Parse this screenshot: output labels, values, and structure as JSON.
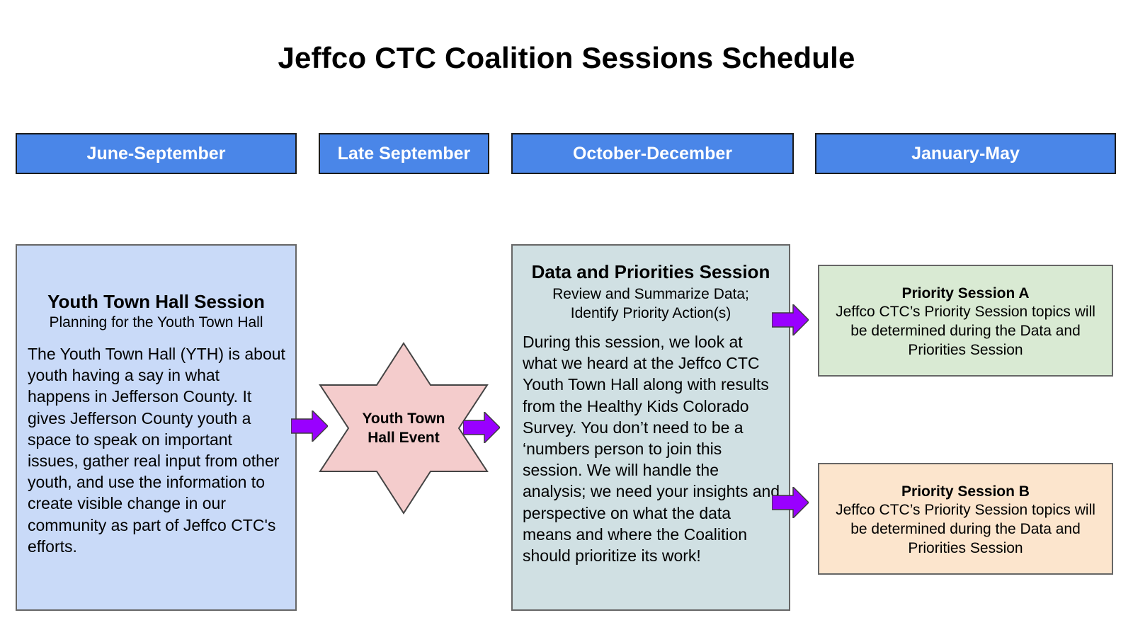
{
  "title": "Jeffco CTC Coalition Sessions Schedule",
  "phases": [
    "June-September",
    "Late September",
    "October-December",
    "January-May"
  ],
  "youth_town_hall_session": {
    "title": "Youth Town Hall Session",
    "subtitle": "Planning for the Youth Town Hall",
    "body": "The Youth Town Hall (YTH) is about youth having a say in what happens in Jefferson County.  It gives Jefferson County youth a space to speak on important issues, gather real input from other youth, and use the information to create visible change in our community as part of Jeffco CTC's efforts."
  },
  "event": {
    "label": "Youth Town Hall Event"
  },
  "data_priorities_session": {
    "title": "Data and Priorities Session",
    "subtitle": "Review and Summarize Data; Identify Priority Action(s)",
    "body": "During this session, we look at what we heard at the Jeffco CTC Youth Town Hall along with results from the Healthy Kids Colorado Survey.  You don’t need to be a ‘numbers person to join this session.  We will handle the analysis; we need your insights and perspective on what the data means and where the Coalition should prioritize its work!"
  },
  "priority_session_a": {
    "title": "Priority Session A",
    "body": "Jeffco CTC’s Priority Session topics will be determined during the Data and Priorities Session"
  },
  "priority_session_b": {
    "title": "Priority Session B",
    "body": "Jeffco CTC’s Priority Session topics will be determined during the Data and Priorities Session"
  },
  "colors": {
    "phase_header": "#4a86e8",
    "youth_box": "#c9daf8",
    "data_box": "#d0e0e3",
    "priority_a_box": "#d9ead3",
    "priority_b_box": "#fce5cd",
    "star_fill": "#f4cccc",
    "arrow": "#9900ff"
  }
}
